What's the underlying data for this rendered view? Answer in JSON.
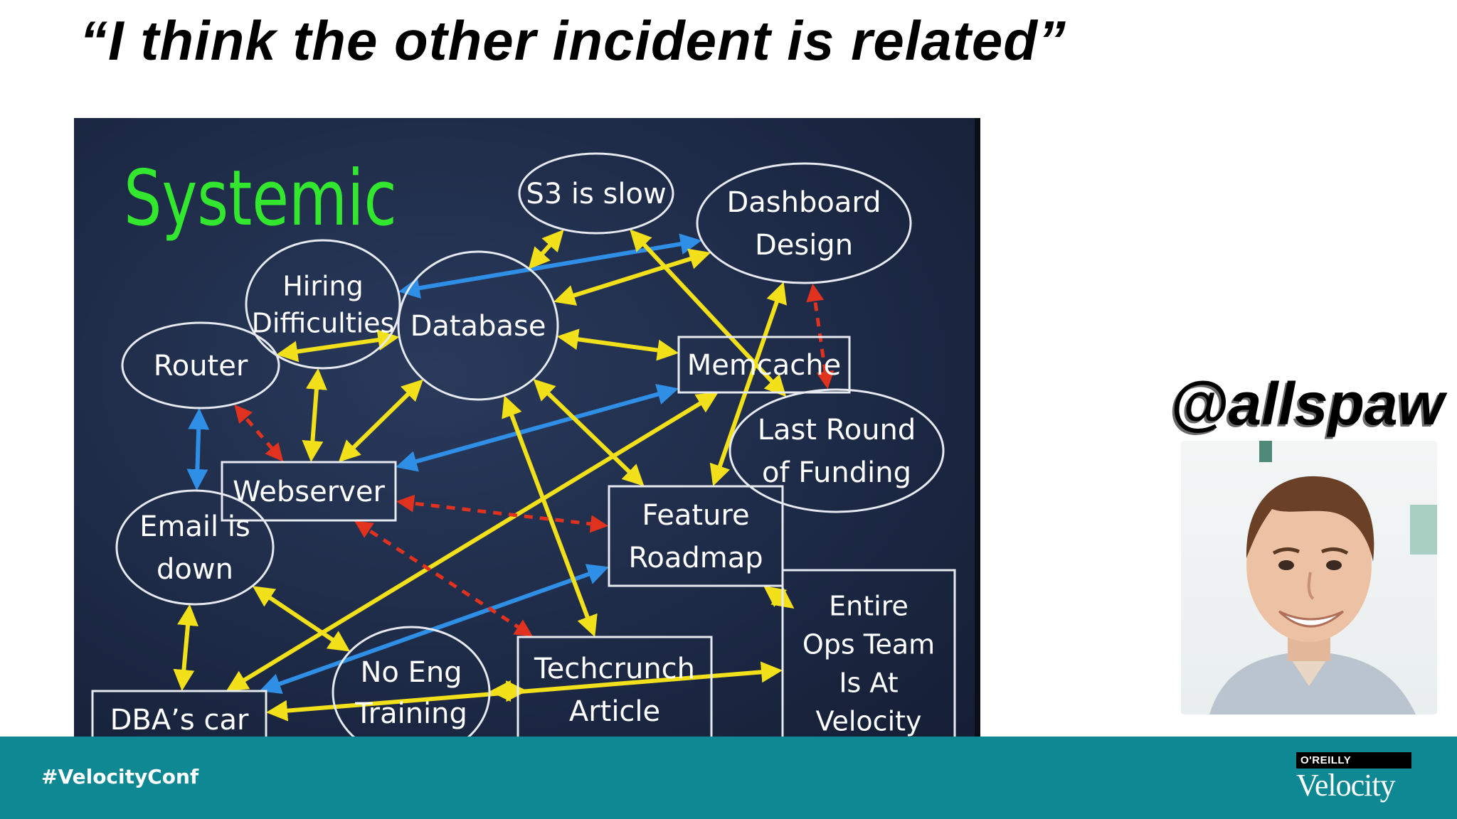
{
  "slide": {
    "title": "“I think the other incident is related”",
    "handle": "@allspaw"
  },
  "diagram": {
    "heading": "Systemic",
    "nodes": [
      {
        "id": "s3",
        "lines": [
          "S3 is slow"
        ]
      },
      {
        "id": "dashboard",
        "lines": [
          "Dashboard",
          "Design"
        ]
      },
      {
        "id": "hiring",
        "lines": [
          "Hiring",
          "Difficulties"
        ]
      },
      {
        "id": "database",
        "lines": [
          "Database"
        ]
      },
      {
        "id": "router",
        "lines": [
          "Router"
        ]
      },
      {
        "id": "memcache",
        "lines": [
          "Memcache"
        ]
      },
      {
        "id": "funding",
        "lines": [
          "Last Round",
          "of Funding"
        ]
      },
      {
        "id": "webserver",
        "lines": [
          "Webserver"
        ]
      },
      {
        "id": "email",
        "lines": [
          "Email is",
          "down"
        ]
      },
      {
        "id": "roadmap",
        "lines": [
          "Feature",
          "Roadmap"
        ]
      },
      {
        "id": "opsteam",
        "lines": [
          "Entire",
          "Ops Team",
          "Is At",
          "Velocity"
        ]
      },
      {
        "id": "training",
        "lines": [
          "No Eng",
          "Training"
        ]
      },
      {
        "id": "techcrunch",
        "lines": [
          "Techcrunch",
          "Article"
        ]
      },
      {
        "id": "dba",
        "lines": [
          "DBA’s car"
        ]
      }
    ],
    "link_colors": {
      "yellow": "#f2e01b",
      "blue": "#2f8fe6",
      "red": "#e0321e"
    },
    "links": [
      {
        "from": "hiring",
        "to": "dashboard",
        "color": "blue",
        "style": "solid"
      },
      {
        "from": "router",
        "to": "email",
        "color": "blue",
        "style": "solid"
      },
      {
        "from": "webserver",
        "to": "memcache",
        "color": "blue",
        "style": "solid"
      },
      {
        "from": "dba",
        "to": "roadmap",
        "color": "blue",
        "style": "solid"
      },
      {
        "from": "s3",
        "to": "database",
        "color": "yellow",
        "style": "solid"
      },
      {
        "from": "database",
        "to": "dashboard",
        "color": "yellow",
        "style": "solid"
      },
      {
        "from": "s3",
        "to": "funding",
        "color": "yellow",
        "style": "solid"
      },
      {
        "from": "router",
        "to": "database",
        "color": "yellow",
        "style": "solid"
      },
      {
        "from": "hiring",
        "to": "webserver",
        "color": "yellow",
        "style": "solid"
      },
      {
        "from": "webserver",
        "to": "database",
        "color": "yellow",
        "style": "solid"
      },
      {
        "from": "database",
        "to": "memcache",
        "color": "yellow",
        "style": "solid"
      },
      {
        "from": "database",
        "to": "roadmap",
        "color": "yellow",
        "style": "solid"
      },
      {
        "from": "dashboard",
        "to": "roadmap",
        "color": "yellow",
        "style": "solid"
      },
      {
        "from": "dba",
        "to": "memcache",
        "color": "yellow",
        "style": "solid"
      },
      {
        "from": "database",
        "to": "techcrunch",
        "color": "yellow",
        "style": "solid"
      },
      {
        "from": "email",
        "to": "dba",
        "color": "yellow",
        "style": "solid"
      },
      {
        "from": "email",
        "to": "training",
        "color": "yellow",
        "style": "solid"
      },
      {
        "from": "training",
        "to": "techcrunch",
        "color": "yellow",
        "style": "solid"
      },
      {
        "from": "roadmap",
        "to": "opsteam",
        "color": "yellow",
        "style": "solid"
      },
      {
        "from": "dba",
        "to": "opsteam",
        "color": "yellow",
        "style": "solid"
      },
      {
        "from": "router",
        "to": "webserver",
        "color": "red",
        "style": "dashed"
      },
      {
        "from": "webserver",
        "to": "roadmap",
        "color": "red",
        "style": "dashed"
      },
      {
        "from": "webserver",
        "to": "techcrunch",
        "color": "red",
        "style": "dashed"
      },
      {
        "from": "dashboard",
        "to": "funding",
        "color": "red",
        "style": "dashed"
      }
    ]
  },
  "footer": {
    "hashtag": "#VelocityConf",
    "brand_top": "O'REILLY",
    "brand_bottom": "Velocity"
  }
}
